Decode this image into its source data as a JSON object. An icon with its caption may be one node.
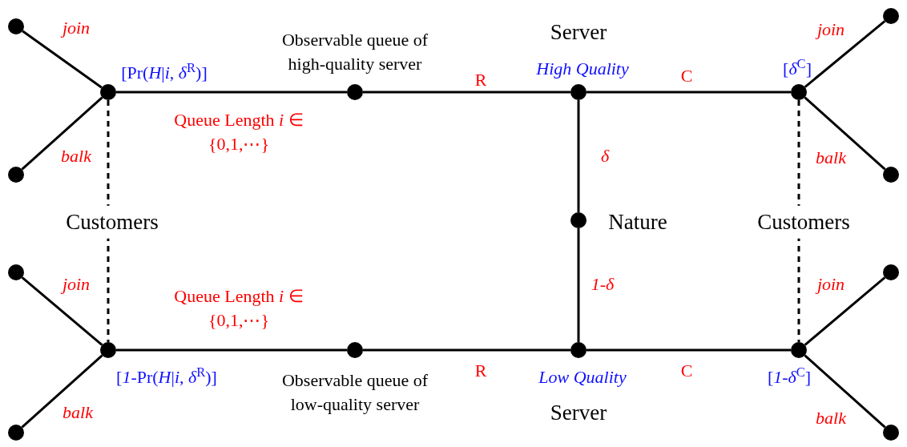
{
  "diagram": {
    "nodes": [
      {
        "text": [],
        "shape": "circle"
      },
      {
        "text": [],
        "shape": "circle"
      },
      {
        "text": [],
        "shape": "circle",
        "beside": [
          "[Pr(*H*|*i*, *δ*$^{R}$)]"
        ]
      },
      {
        "text": [],
        "shape": "circle",
        "beside": [
          "Observable queue of high-quality server"
        ]
      },
      {
        "text": [],
        "shape": "circle",
        "beside": [
          "Server",
          "*High Quality*"
        ]
      },
      {
        "text": [],
        "shape": "circle",
        "beside": [
          "[*δ*$^{C}$]"
        ]
      },
      {
        "text": [],
        "shape": "circle"
      },
      {
        "text": [],
        "shape": "circle"
      },
      {
        "text": [],
        "shape": "circle",
        "beside": [
          "Nature"
        ]
      },
      {
        "text": [],
        "shape": "circle",
        "beside": [
          "[*1*-Pr(*H*|*i*, *δ*$^{R}$)]"
        ]
      },
      {
        "text": [],
        "shape": "circle"
      },
      {
        "text": [],
        "shape": "circle"
      },
      {
        "text": [],
        "shape": "circle",
        "beside": [
          "Observable queue of low-quality server"
        ]
      },
      {
        "text": [],
        "shape": "circle",
        "beside": [
          "*Low Quality*",
          "Server"
        ]
      },
      {
        "text": [],
        "shape": "circle",
        "beside": [
          "[*1*-*δ*$^{C}$]"
        ]
      },
      {
        "text": [],
        "shape": "circle"
      },
      {
        "text": [],
        "shape": "circle"
      }
    ],
    "edges": [
      {
        "from": 2,
        "to": 0,
        "arrow": "none",
        "label": "*join*"
      },
      {
        "from": 2,
        "to": 1,
        "arrow": "none",
        "label": "*balk*"
      },
      {
        "from": 2,
        "to": 3,
        "arrow": "none",
        "label": "Queue Length *i* ∈ {0,1,⋯}"
      },
      {
        "from": 3,
        "to": 4,
        "arrow": "none",
        "label": "R"
      },
      {
        "from": 4,
        "to": 5,
        "arrow": "none",
        "label": "C"
      },
      {
        "from": 5,
        "to": 6,
        "arrow": "none",
        "label": "*join*"
      },
      {
        "from": 5,
        "to": 7,
        "arrow": "none",
        "label": "*balk*"
      },
      {
        "from": 8,
        "to": 4,
        "arrow": "none",
        "label": "*δ*"
      },
      {
        "from": 8,
        "to": 13,
        "arrow": "none",
        "label": "*1-δ*"
      },
      {
        "from": 9,
        "to": 10,
        "arrow": "none",
        "label": "*join*"
      },
      {
        "from": 9,
        "to": 11,
        "arrow": "none",
        "label": "*balk*"
      },
      {
        "from": 9,
        "to": 12,
        "arrow": "none",
        "label": "Queue Length *i* ∈ {0,1,⋯}"
      },
      {
        "from": 12,
        "to": 13,
        "arrow": "none",
        "label": "R"
      },
      {
        "from": 13,
        "to": 14,
        "arrow": "none",
        "label": "C"
      },
      {
        "from": 14,
        "to": 15,
        "arrow": "none",
        "label": "*join*"
      },
      {
        "from": 14,
        "to": 16,
        "arrow": "none",
        "label": "*balk*"
      },
      {
        "from": 2,
        "to": 9,
        "arrow": "none",
        "style": "dashed"
      },
      {
        "from": 5,
        "to": 14,
        "arrow": "none",
        "style": "dashed"
      }
    ],
    "labels": [
      "Customers",
      "Customers"
    ]
  }
}
